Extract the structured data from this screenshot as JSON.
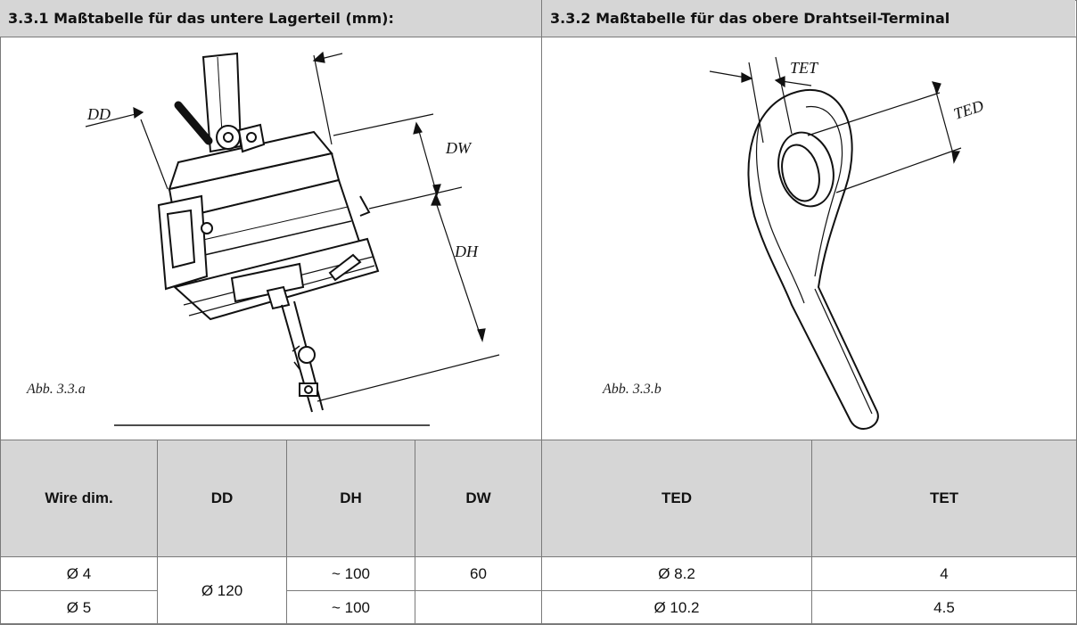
{
  "headers": {
    "left": "3.3.1 Maßtabelle für das untere Lagerteil (mm):",
    "right": "3.3.2 Maßtabelle für das obere Drahtseil-Terminal"
  },
  "figures": {
    "left": {
      "caption": "Abb. 3.3.a",
      "labels": {
        "dd": "DD",
        "dw": "DW",
        "dh": "DH"
      }
    },
    "right": {
      "caption": "Abb. 3.3.b",
      "labels": {
        "tet": "TET",
        "ted": "TED"
      }
    }
  },
  "table": {
    "columns": [
      "Wire dim.",
      "DD",
      "DH",
      "DW",
      "TED",
      "TET"
    ],
    "rows": [
      {
        "wire": "Ø 4",
        "dd": "Ø 120",
        "dh": "~ 100",
        "dw": "60",
        "ted": "Ø 8.2",
        "tet": "4"
      },
      {
        "wire": "Ø 5",
        "dh": "~ 100",
        "dw": "",
        "ted": "Ø 10.2",
        "tet": "4.5"
      }
    ]
  }
}
